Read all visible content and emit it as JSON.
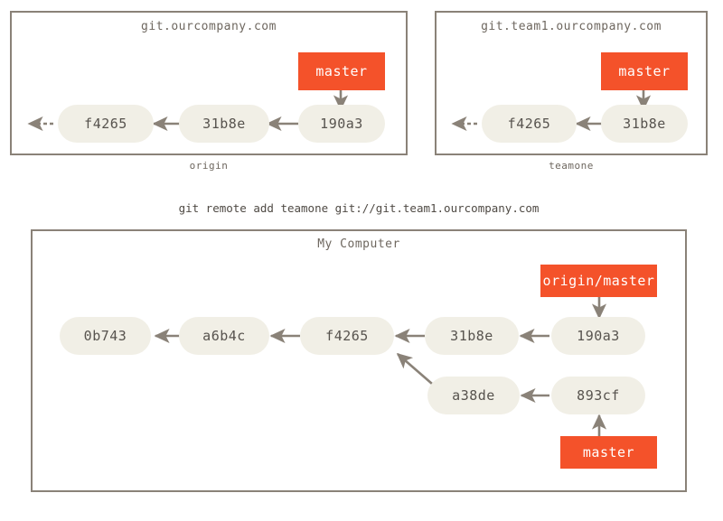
{
  "figure": {
    "title": "Git remotes diagram",
    "colors": {
      "branch_box": "#f4522a",
      "commit_node": "#f1efe6",
      "panel_border": "#8a8278",
      "arrow": "#8a8278",
      "text_dark": "#57534e",
      "caption": "#6e675f",
      "background": "#ffffff"
    }
  },
  "panels": {
    "origin": {
      "title": "git.ourcompany.com",
      "caption": "origin",
      "commits": [
        {
          "label": "f4265"
        },
        {
          "label": "31b8e"
        },
        {
          "label": "190a3"
        }
      ],
      "branches": [
        {
          "label": "master",
          "points_to": "190a3"
        }
      ]
    },
    "teamone": {
      "title": "git.team1.ourcompany.com",
      "caption": "teamone",
      "commits": [
        {
          "label": "f4265"
        },
        {
          "label": "31b8e"
        }
      ],
      "branches": [
        {
          "label": "master",
          "points_to": "31b8e"
        }
      ]
    },
    "my_computer": {
      "title": "My Computer",
      "caption": "",
      "commits": [
        {
          "label": "0b743"
        },
        {
          "label": "a6b4c"
        },
        {
          "label": "f4265"
        },
        {
          "label": "31b8e"
        },
        {
          "label": "190a3"
        },
        {
          "label": "a38de"
        },
        {
          "label": "893cf"
        }
      ],
      "branches": [
        {
          "label": "origin/master",
          "points_to": "190a3"
        },
        {
          "label": "master",
          "points_to": "893cf"
        }
      ]
    }
  },
  "command": {
    "text": "git remote add teamone git://git.team1.ourcompany.com"
  }
}
